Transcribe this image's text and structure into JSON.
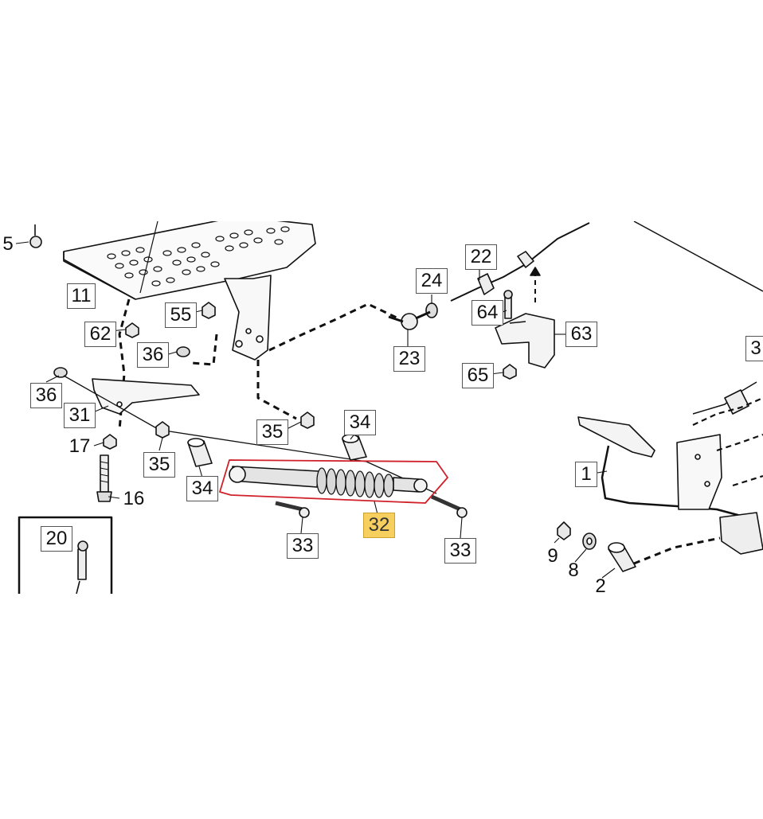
{
  "diagram": {
    "type": "exploded-parts-diagram",
    "highlighted_part": "32",
    "highlight_color": "#f6cf5e",
    "outline_color": "#d0202a",
    "callouts": {
      "c5": "5",
      "c11": "11",
      "c55": "55",
      "c62": "62",
      "c36a": "36",
      "c36b": "36",
      "c31": "31",
      "c17": "17",
      "c16": "16",
      "c35a": "35",
      "c35b": "35",
      "c34a": "34",
      "c34b": "34",
      "c33a": "33",
      "c33b": "33",
      "c32": "32",
      "c20": "20",
      "c22": "22",
      "c24": "24",
      "c23": "23",
      "c64": "64",
      "c63": "63",
      "c65": "65",
      "c3": "3",
      "c1": "1",
      "c9": "9",
      "c8": "8",
      "c2": "2"
    }
  }
}
